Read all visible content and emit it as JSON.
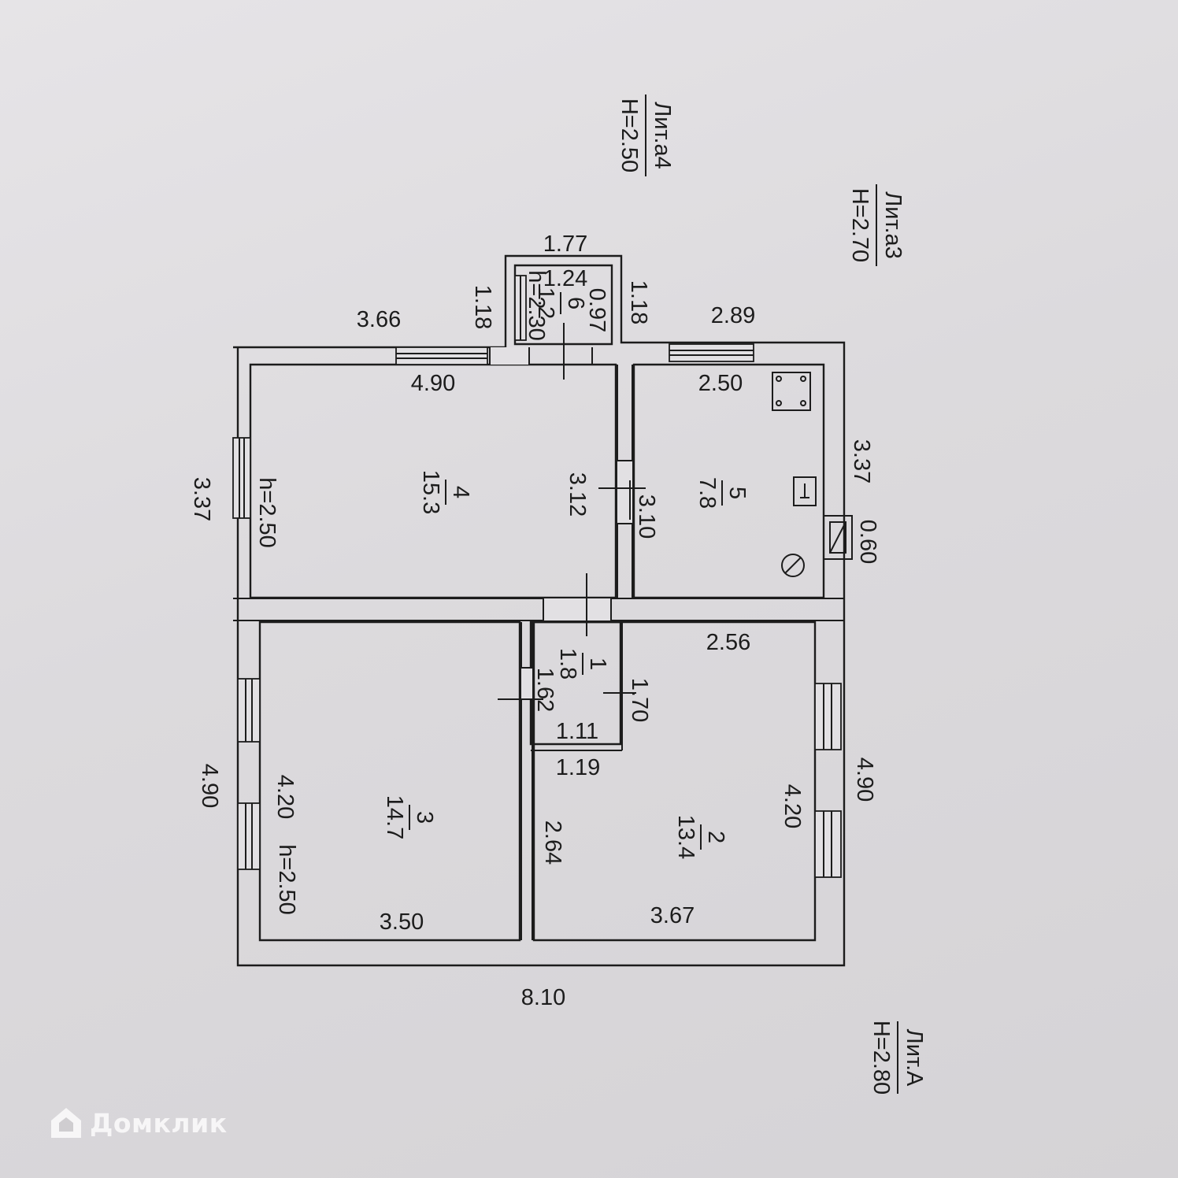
{
  "liters": [
    {
      "name": "Лит.а4",
      "height": "H=2.50"
    },
    {
      "name": "Лит.а3",
      "height": "H=2.70"
    },
    {
      "name": "Лит.А",
      "height": "H=2.80"
    }
  ],
  "rooms": [
    {
      "number": "1",
      "area": "1.8"
    },
    {
      "number": "2",
      "area": "13.4"
    },
    {
      "number": "3",
      "area": "14.7"
    },
    {
      "number": "4",
      "area": "15.3"
    },
    {
      "number": "5",
      "area": "7.8"
    },
    {
      "number": "6",
      "area": "1.2"
    }
  ],
  "dimensions": {
    "porch_outer_width": "1.77",
    "porch_inner_width": "1.24",
    "porch_left_outer": "1.18",
    "porch_inner_depth": "0.97",
    "porch_right_outer": "1.18",
    "top_left_outer": "3.66",
    "top_right_outer": "2.89",
    "room4_width": "4.90",
    "room5_width": "2.50",
    "left_upper_outer": "3.37",
    "right_upper_outer": "3.37",
    "chimney": "0.60",
    "room4_depth": "3.12",
    "room5_depth": "3.10",
    "room2_top_width": "2.56",
    "hall_width": "1.11",
    "hall_bottom": "1.19",
    "hall_left": "1.62",
    "hall_right": "1.70",
    "left_lower_outer": "4.90",
    "room3_depth": "4.20",
    "room3_width": "3.50",
    "right_lower_outer": "4.90",
    "room2_depth": "4.20",
    "room2_width": "3.67",
    "room2_lower_left": "2.64",
    "total_width": "8.10"
  },
  "ceilings": {
    "porch": "h=2.30",
    "room4": "h=2.50",
    "room3": "h=2.50"
  },
  "icons": [
    "stove-icon",
    "sink-icon",
    "boiler-icon",
    "gas-meter-icon"
  ],
  "watermark": {
    "text": "Домклик"
  },
  "colors": {
    "paper": "#dedcdf",
    "ink": "#1c1c1c"
  }
}
